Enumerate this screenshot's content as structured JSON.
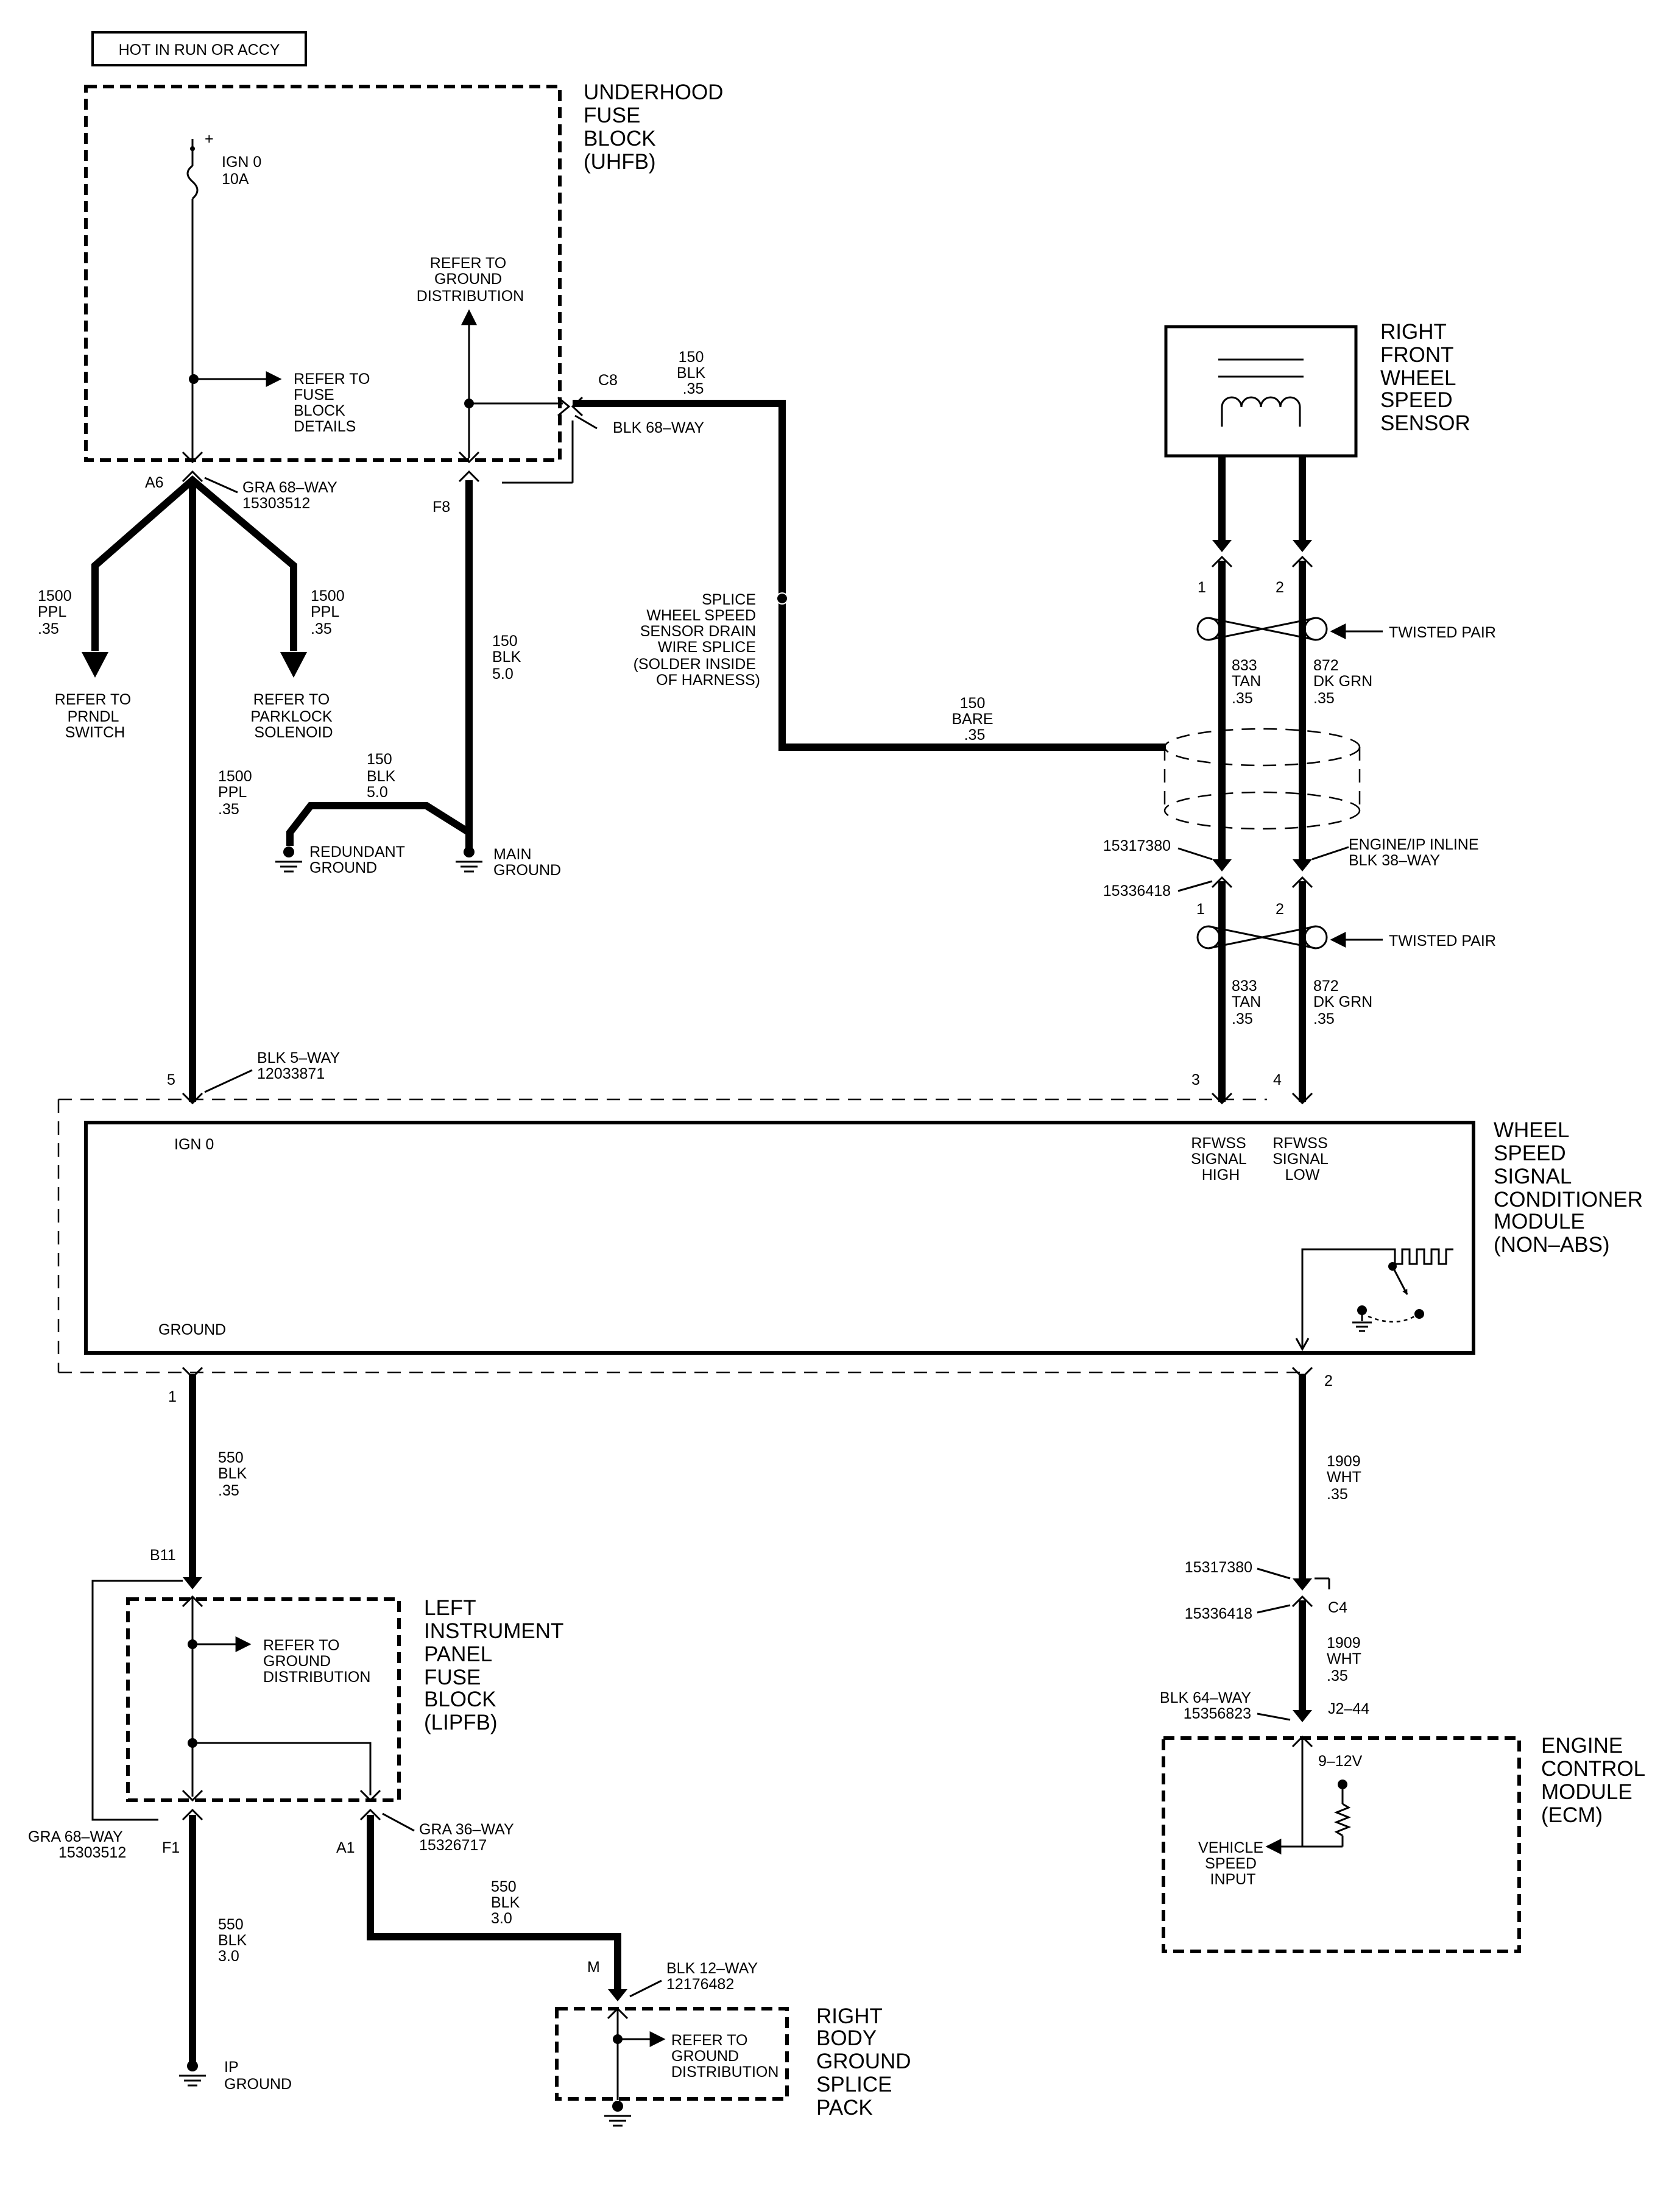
{
  "header": {
    "text": "HOT IN RUN OR ACCY"
  },
  "uhfb": {
    "title": [
      "UNDERHOOD",
      "FUSE",
      "BLOCK",
      "(UHFB)"
    ],
    "fuse_name": "IGN 0",
    "fuse_rating": "10A",
    "plus": "+",
    "refer_fuse": [
      "REFER TO",
      "FUSE",
      "BLOCK",
      "DETAILS"
    ],
    "refer_ground": [
      "REFER TO",
      "GROUND",
      "DISTRIBUTION"
    ],
    "pin_a6": "A6",
    "pin_f8": "F8",
    "pin_c8": "C8",
    "conn_a6": [
      "GRA 68–WAY",
      "15303512"
    ],
    "conn_c8": "BLK 68–WAY"
  },
  "wires": {
    "ppl_left": [
      "1500",
      "PPL",
      ".35"
    ],
    "ppl_right": [
      "1500",
      "PPL",
      ".35"
    ],
    "ppl_main": [
      "1500",
      "PPL",
      ".35"
    ],
    "blk_f8": [
      "150",
      "BLK",
      "5.0"
    ],
    "blk_red": [
      "150",
      "BLK",
      "5.0"
    ],
    "blk_c8": [
      "150",
      "BLK",
      ".35"
    ],
    "bare": [
      "150",
      "BARE",
      ".35"
    ],
    "tan_upper": [
      "833",
      "TAN",
      ".35"
    ],
    "grn_upper": [
      "872",
      "DK GRN",
      ".35"
    ],
    "tan_lower": [
      "833",
      "TAN",
      ".35"
    ],
    "grn_lower": [
      "872",
      "DK GRN",
      ".35"
    ],
    "blk_ground": [
      "550",
      "BLK",
      ".35"
    ],
    "blk_f1": [
      "550",
      "BLK",
      "3.0"
    ],
    "blk_a1": [
      "550",
      "BLK",
      "3.0"
    ],
    "wht_upper": [
      "1909",
      "WHT",
      ".35"
    ],
    "wht_lower": [
      "1909",
      "WHT",
      ".35"
    ]
  },
  "destinations": {
    "prndl": [
      "REFER TO",
      "PRNDL",
      "SWITCH"
    ],
    "parklock": [
      "REFER TO",
      "PARKLOCK",
      "SOLENOID"
    ],
    "redundant_ground": [
      "REDUNDANT",
      "GROUND"
    ],
    "main_ground": [
      "MAIN",
      "GROUND"
    ],
    "ip_ground": [
      "IP",
      "GROUND"
    ]
  },
  "splice": [
    "SPLICE",
    "WHEEL SPEED",
    "SENSOR DRAIN",
    "WIRE SPLICE",
    "(SOLDER INSIDE",
    "OF HARNESS)"
  ],
  "sensor": {
    "title": [
      "RIGHT",
      "FRONT",
      "WHEEL",
      "SPEED",
      "SENSOR"
    ],
    "pin1": "1",
    "pin2": "2"
  },
  "twisted_pair": "TWISTED PAIR",
  "inline": {
    "name": [
      "ENGINE/IP INLINE",
      "BLK 38–WAY"
    ],
    "part_top": "15317380",
    "part_bottom": "15336418",
    "pin1": "1",
    "pin2": "2"
  },
  "module": {
    "title": [
      "WHEEL",
      "SPEED",
      "SIGNAL",
      "CONDITIONER",
      "MODULE",
      "(NON–ABS)"
    ],
    "conn": [
      "BLK 5–WAY",
      "12033871"
    ],
    "pin5": "5",
    "pin3": "3",
    "pin4": "4",
    "pin1": "1",
    "pin2": "2",
    "ign": "IGN 0",
    "ground": "GROUND",
    "rfwss_high": [
      "RFWSS",
      "SIGNAL",
      "HIGH"
    ],
    "rfwss_low": [
      "RFWSS",
      "SIGNAL",
      "LOW"
    ]
  },
  "lipfb": {
    "title": [
      "LEFT",
      "INSTRUMENT",
      "PANEL",
      "FUSE",
      "BLOCK",
      "(LIPFB)"
    ],
    "refer_ground": [
      "REFER TO",
      "GROUND",
      "DISTRIBUTION"
    ],
    "pin_b11": "B11",
    "pin_f1": "F1",
    "pin_a1": "A1",
    "conn_f1": [
      "GRA 68–WAY",
      "15303512"
    ],
    "conn_a1": [
      "GRA 36–WAY",
      "15326717"
    ]
  },
  "rbgsp": {
    "title": [
      "RIGHT",
      "BODY",
      "GROUND",
      "SPLICE",
      "PACK"
    ],
    "pin_m": "M",
    "conn": [
      "BLK 12–WAY",
      "12176482"
    ],
    "refer_ground": [
      "REFER TO",
      "GROUND",
      "DISTRIBUTION"
    ]
  },
  "ecm": {
    "title": [
      "ENGINE",
      "CONTROL",
      "MODULE",
      "(ECM)"
    ],
    "part_top": "15317380",
    "part_bottom": "15336418",
    "pin_c4": "C4",
    "conn": [
      "BLK 64–WAY",
      "15356823"
    ],
    "pin_j2": "J2–44",
    "voltage": "9–12V",
    "input": [
      "VEHICLE",
      "SPEED",
      "INPUT"
    ]
  }
}
